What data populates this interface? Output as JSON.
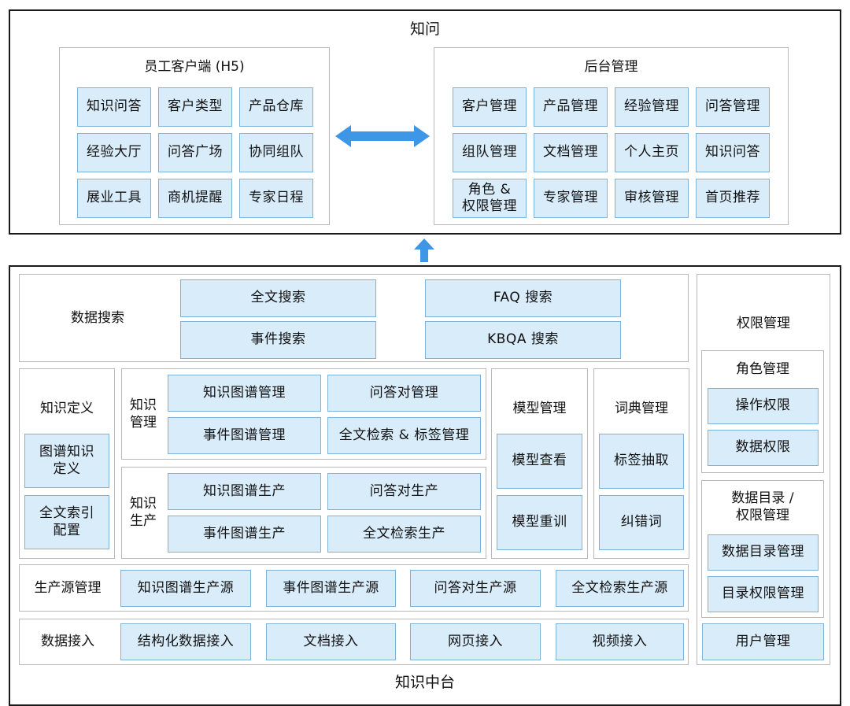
{
  "top": {
    "title": "知问",
    "client": {
      "title": "员工客户端 (H5)",
      "items": [
        "知识问答",
        "客户类型",
        "产品仓库",
        "经验大厅",
        "问答广场",
        "协同组队",
        "展业工具",
        "商机提醒",
        "专家日程"
      ]
    },
    "admin": {
      "title": "后台管理",
      "items": [
        "客户管理",
        "产品管理",
        "经验管理",
        "问答管理",
        "组队管理",
        "文档管理",
        "个人主页",
        "知识问答",
        "角色 &\n权限管理",
        "专家管理",
        "审核管理",
        "首页推荐"
      ]
    }
  },
  "bottom": {
    "title": "知识中台",
    "search": {
      "title": "数据搜索",
      "items": [
        "全文搜索",
        "FAQ 搜索",
        "事件搜索",
        "KBQA 搜索"
      ]
    },
    "definition": {
      "title": "知识定义",
      "items": [
        "图谱知识\n定义",
        "全文索引\n配置"
      ]
    },
    "management": {
      "title": "知识\n管理",
      "items": [
        "知识图谱管理",
        "问答对管理",
        "事件图谱管理",
        "全文检索 & 标签管理"
      ]
    },
    "production": {
      "title": "知识\n生产",
      "items": [
        "知识图谱生产",
        "问答对生产",
        "事件图谱生产",
        "全文检索生产"
      ]
    },
    "model": {
      "title": "模型管理",
      "items": [
        "模型查看",
        "模型重训"
      ]
    },
    "dict": {
      "title": "词典管理",
      "items": [
        "标签抽取",
        "纠错词"
      ]
    },
    "source": {
      "title": "生产源管理",
      "items": [
        "知识图谱生产源",
        "事件图谱生产源",
        "问答对生产源",
        "全文检索生产源"
      ]
    },
    "ingest": {
      "title": "数据接入",
      "items": [
        "结构化数据接入",
        "文档接入",
        "网页接入",
        "视频接入"
      ]
    },
    "perm": {
      "title": "权限管理",
      "role": {
        "title": "角色管理",
        "items": [
          "操作权限",
          "数据权限"
        ]
      },
      "catalog": {
        "title": "数据目录 /\n权限管理",
        "items": [
          "数据目录管理",
          "目录权限管理"
        ]
      },
      "user": "用户管理"
    }
  },
  "colors": {
    "box_fill": "#d9ecfa",
    "box_border": "#7fb2d9",
    "arrow": "#3d97e6"
  },
  "icons": [
    "double-arrow-icon",
    "up-arrow-icon"
  ]
}
